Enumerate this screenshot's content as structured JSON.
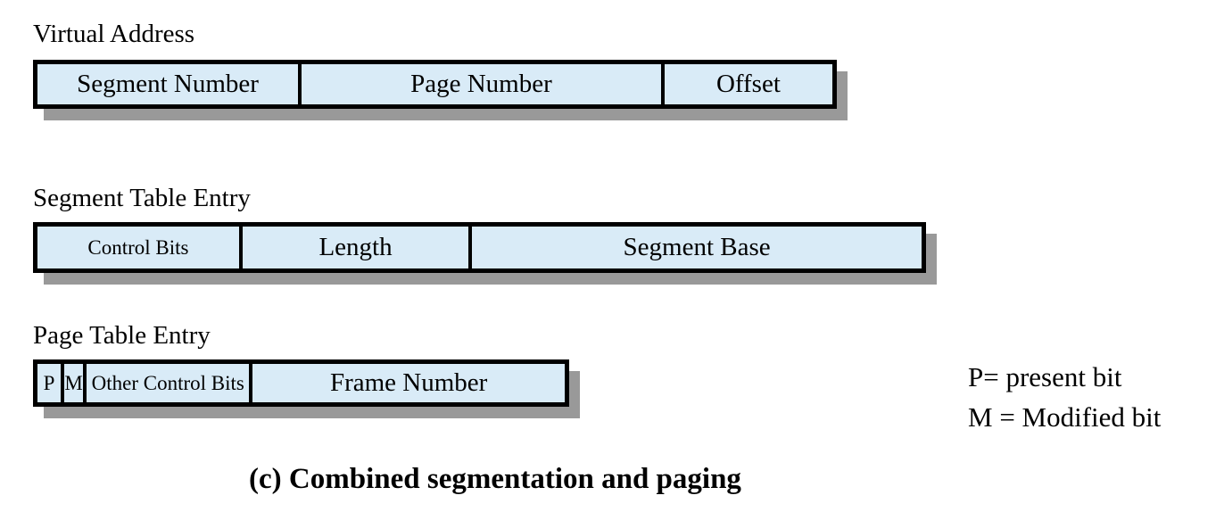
{
  "figure": {
    "caption": "(c) Combined segmentation and paging",
    "colors": {
      "cell_fill": "#d9ebf7",
      "border": "#000000",
      "shadow": "#999999",
      "text": "#000000",
      "background": "#ffffff"
    },
    "bars": [
      {
        "label": "Virtual Address",
        "cells": [
          {
            "label": "Segment Number"
          },
          {
            "label": "Page Number"
          },
          {
            "label": "Offset"
          }
        ]
      },
      {
        "label": "Segment Table Entry",
        "cells": [
          {
            "label": "Control Bits"
          },
          {
            "label": "Length"
          },
          {
            "label": "Segment Base"
          }
        ]
      },
      {
        "label": "Page Table Entry",
        "cells": [
          {
            "label": "P"
          },
          {
            "label": "M"
          },
          {
            "label": "Other Control Bits"
          },
          {
            "label": "Frame Number"
          }
        ]
      }
    ],
    "legend": {
      "line1": "P= present bit",
      "line2": "M = Modified bit"
    }
  }
}
